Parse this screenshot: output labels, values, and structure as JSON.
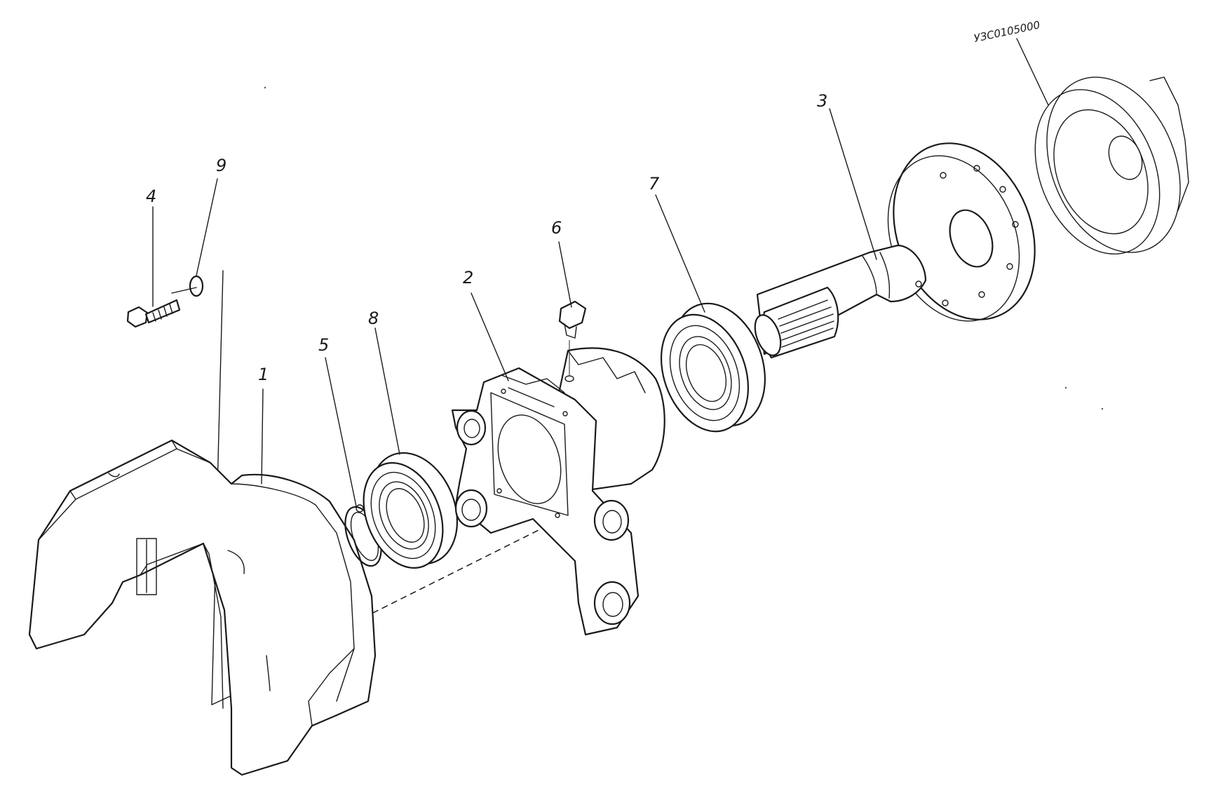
{
  "drawing_code": "УЗС0105000",
  "callouts": [
    {
      "id": "1",
      "text": "1"
    },
    {
      "id": "2",
      "text": "2"
    },
    {
      "id": "3",
      "text": "3"
    },
    {
      "id": "4",
      "text": "4"
    },
    {
      "id": "5",
      "text": "5"
    },
    {
      "id": "6",
      "text": "6"
    },
    {
      "id": "7",
      "text": "7"
    },
    {
      "id": "8",
      "text": "8"
    },
    {
      "id": "9",
      "text": "9"
    }
  ]
}
